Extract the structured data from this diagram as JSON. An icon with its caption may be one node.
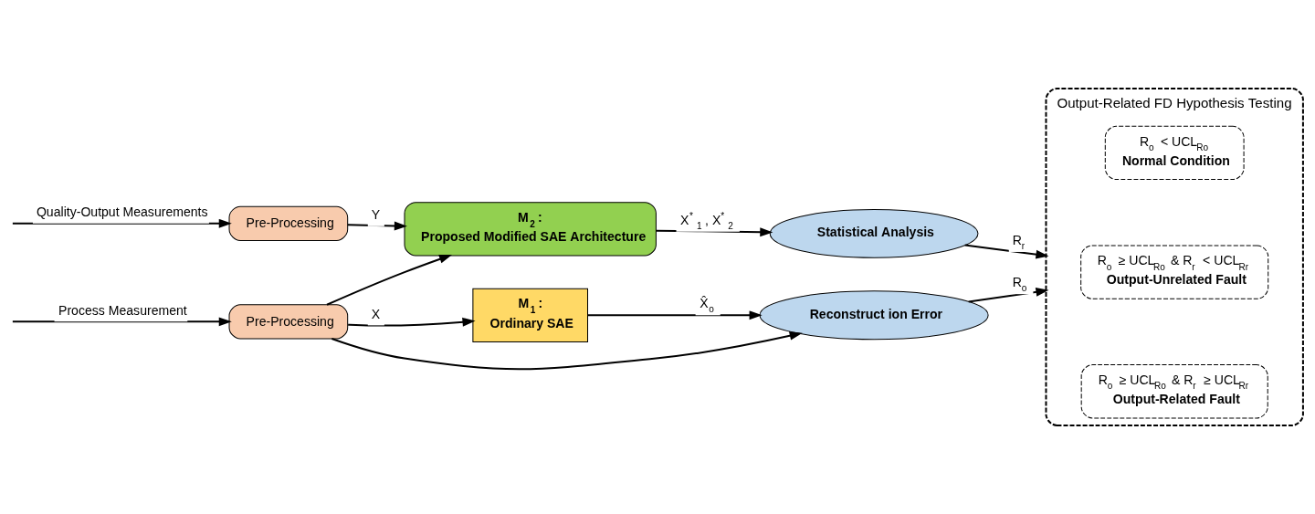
{
  "diagram": {
    "nodes": [
      {
        "text": [
          "Pre-Processing"
        ]
      },
      {
        "text": [
          "Pre-Processing"
        ]
      },
      {
        "text": [
          "M$_{1}$:",
          "Ordinary SAE"
        ]
      },
      {
        "text": [
          "Reconstruct ion Error"
        ]
      },
      {
        "text": [
          "M$_{2}$:",
          "Proposed Modified SAE Architecture"
        ]
      },
      {
        "text": [
          "Statistical Analysis"
        ]
      },
      {
        "text": [
          "Output-Related FD Hypothesis Testing"
        ]
      },
      {
        "text": [
          "R$_{o}$ ≥ UCL$_{Ro}$ & R$_{r}$ ≥ UCL$_{Rr}$",
          "Output-Related Fault"
        ],
        "in": 6
      },
      {
        "text": [
          "R$_{o}$ ≥ UCL$_{Ro}$ & R$_{r}$ < UCL$_{Rr}$",
          "Output-Unrelated Fault"
        ],
        "in": 6
      },
      {
        "text": [
          "R$_{o}$ < UCL$_{Ro}$",
          "Normal Condition"
        ],
        "in": 6
      }
    ],
    "edges": [
      {
        "from": null,
        "to": 0,
        "arrow": "to",
        "label": "Process Measurement"
      },
      {
        "from": null,
        "to": 1,
        "arrow": "to",
        "label": "Quality-Output Measurements"
      },
      {
        "from": 0,
        "to": 2,
        "arrow": "to",
        "label": "X"
      },
      {
        "from": 0,
        "to": 3,
        "arrow": "to"
      },
      {
        "from": 0,
        "to": 4,
        "arrow": "to"
      },
      {
        "from": 1,
        "to": 4,
        "arrow": "to",
        "label": "Y"
      },
      {
        "from": 2,
        "to": 3,
        "arrow": "to",
        "label": "X̂$_{o}$"
      },
      {
        "from": 4,
        "to": 5,
        "arrow": "to",
        "label": "X$^{*}$$_{1}$, X$^{*}$$_{2}$"
      },
      {
        "from": 3,
        "to": 6,
        "arrow": "to",
        "label": "R$_{o}$"
      },
      {
        "from": 5,
        "to": 6,
        "arrow": "to",
        "label": "R$_{r}$"
      }
    ]
  }
}
